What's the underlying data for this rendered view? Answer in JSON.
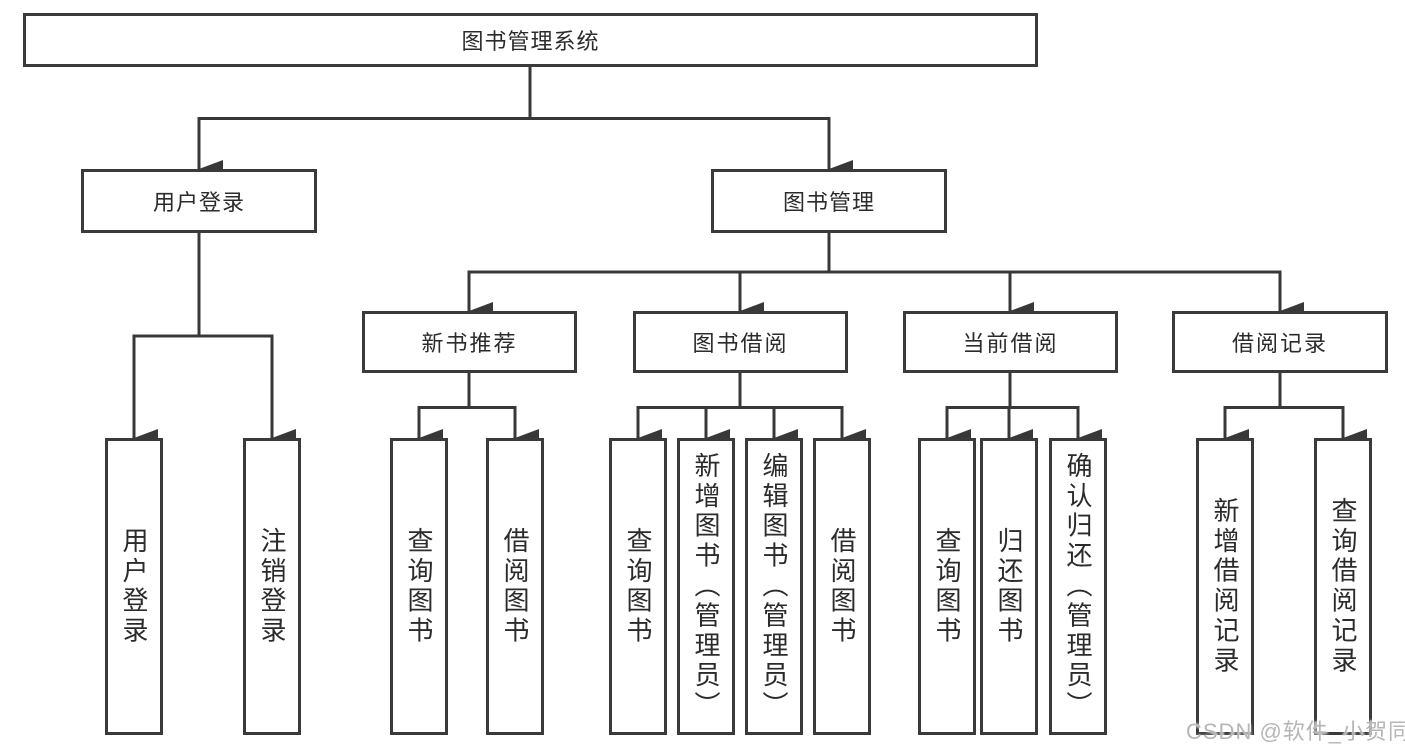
{
  "diagram": {
    "root": {
      "label": "图书管理系统"
    },
    "branches": [
      {
        "label": "用户登录",
        "children": [
          {
            "label": "用户登录"
          },
          {
            "label": "注销登录"
          }
        ]
      },
      {
        "label": "图书管理",
        "sections": [
          {
            "label": "新书推荐",
            "children": [
              {
                "label": "查询图书"
              },
              {
                "label": "借阅图书"
              }
            ]
          },
          {
            "label": "图书借阅",
            "children": [
              {
                "label": "查询图书"
              },
              {
                "label": "新增图书（管理员）"
              },
              {
                "label": "编辑图书（管理员）"
              },
              {
                "label": "借阅图书"
              }
            ]
          },
          {
            "label": "当前借阅",
            "children": [
              {
                "label": "查询图书"
              },
              {
                "label": "归还图书"
              },
              {
                "label": "确认归还（管理员）"
              }
            ]
          },
          {
            "label": "借阅记录",
            "children": [
              {
                "label": "新增借阅记录"
              },
              {
                "label": "查询借阅记录"
              }
            ]
          }
        ]
      }
    ]
  },
  "watermark": {
    "text": "CSDN @软件_小贺同学",
    "color": "#b6b6b6"
  },
  "colors": {
    "line": "#383838",
    "border": "#3a3a3a",
    "text": "#2b2b2b",
    "background": "#ffffff"
  }
}
